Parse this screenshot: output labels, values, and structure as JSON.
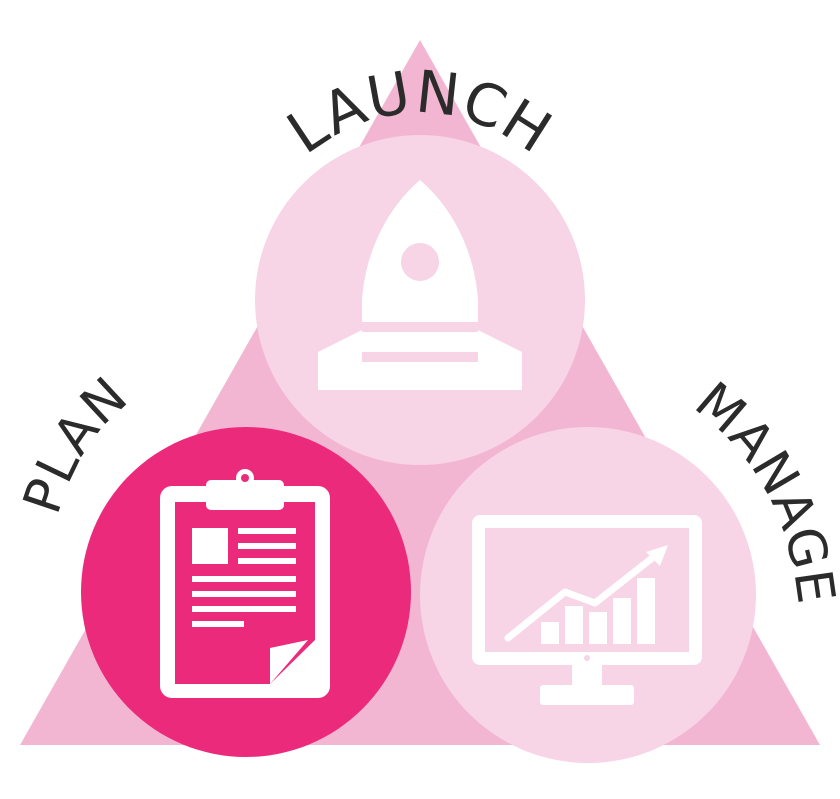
{
  "stages": {
    "launch": {
      "label": "LAUNCH",
      "icon": "rocket-icon"
    },
    "plan": {
      "label": "PLAN",
      "icon": "clipboard-document-icon"
    },
    "manage": {
      "label": "MANAGE",
      "icon": "monitor-growth-chart-icon"
    }
  },
  "colors": {
    "triangle": "#f2b6d3",
    "circle_light": "#f7d4e6",
    "circle_active": "#eb2a7c",
    "icon_fill": "#ffffff",
    "label_text": "#2b2b2b"
  }
}
